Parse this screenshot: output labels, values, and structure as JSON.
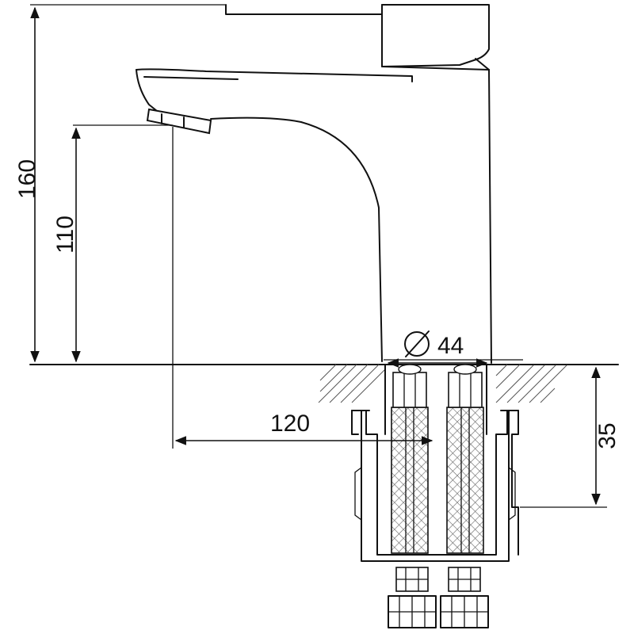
{
  "dimensions": {
    "total_height": "160",
    "spout_height": "110",
    "spout_reach": "120",
    "base_diameter": "44",
    "diameter_symbol": "⌀",
    "mount_depth": "35"
  },
  "colors": {
    "line": "#111111",
    "hatch": "#555555",
    "background": "#ffffff"
  }
}
